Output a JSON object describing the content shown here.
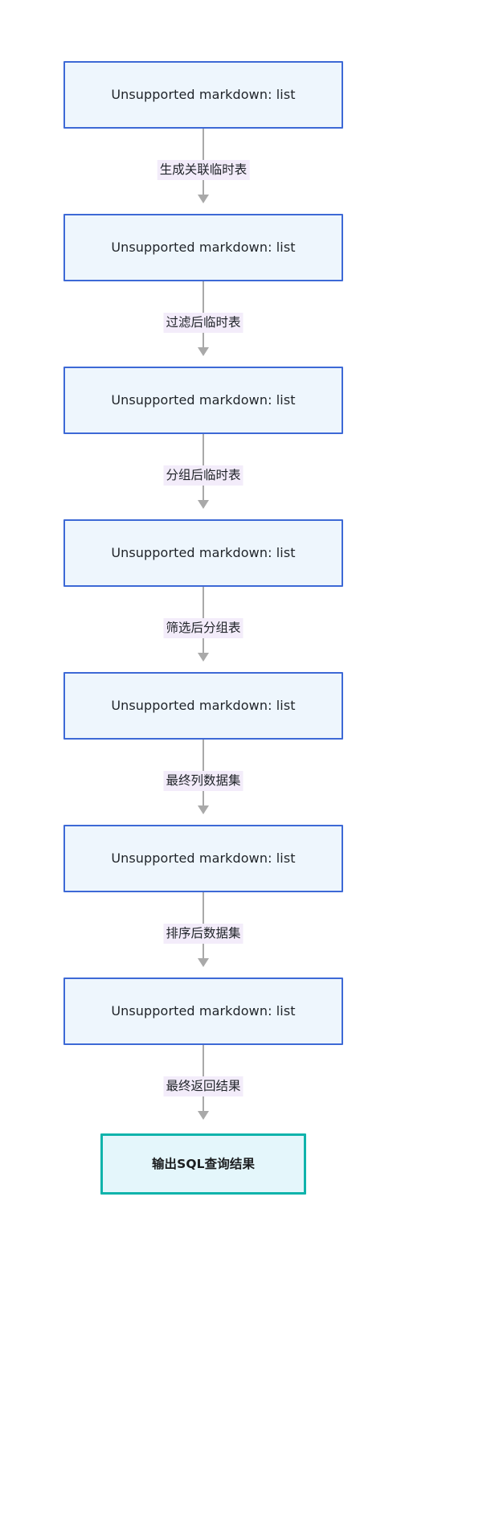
{
  "diagram": {
    "type": "flowchart",
    "direction": "top-down",
    "title": "",
    "colors": {
      "node_border": "#3d69d6",
      "node_fill": "#eef6fd",
      "terminal_border": "#0fb3ab",
      "terminal_fill": "#e4f6fb",
      "edge_line": "#a9a9a9",
      "edge_label_bg": "#f3ecfa",
      "text": "#1f2328",
      "background": "#ffffff"
    },
    "nodes": [
      {
        "id": "n1",
        "label": "Unsupported markdown: list",
        "kind": "process"
      },
      {
        "id": "n2",
        "label": "Unsupported markdown: list",
        "kind": "process"
      },
      {
        "id": "n3",
        "label": "Unsupported markdown: list",
        "kind": "process"
      },
      {
        "id": "n4",
        "label": "Unsupported markdown: list",
        "kind": "process"
      },
      {
        "id": "n5",
        "label": "Unsupported markdown: list",
        "kind": "process"
      },
      {
        "id": "n6",
        "label": "Unsupported markdown: list",
        "kind": "process"
      },
      {
        "id": "n7",
        "label": "Unsupported markdown: list",
        "kind": "process"
      },
      {
        "id": "n8",
        "label": "输出SQL查询结果",
        "kind": "terminal"
      }
    ],
    "edges": [
      {
        "from": "n1",
        "to": "n2",
        "label": "生成关联临时表"
      },
      {
        "from": "n2",
        "to": "n3",
        "label": "过滤后临时表"
      },
      {
        "from": "n3",
        "to": "n4",
        "label": "分组后临时表"
      },
      {
        "from": "n4",
        "to": "n5",
        "label": "筛选后分组表"
      },
      {
        "from": "n5",
        "to": "n6",
        "label": "最终列数据集"
      },
      {
        "from": "n6",
        "to": "n7",
        "label": "排序后数据集"
      },
      {
        "from": "n7",
        "to": "n8",
        "label": "最终返回结果"
      }
    ]
  }
}
